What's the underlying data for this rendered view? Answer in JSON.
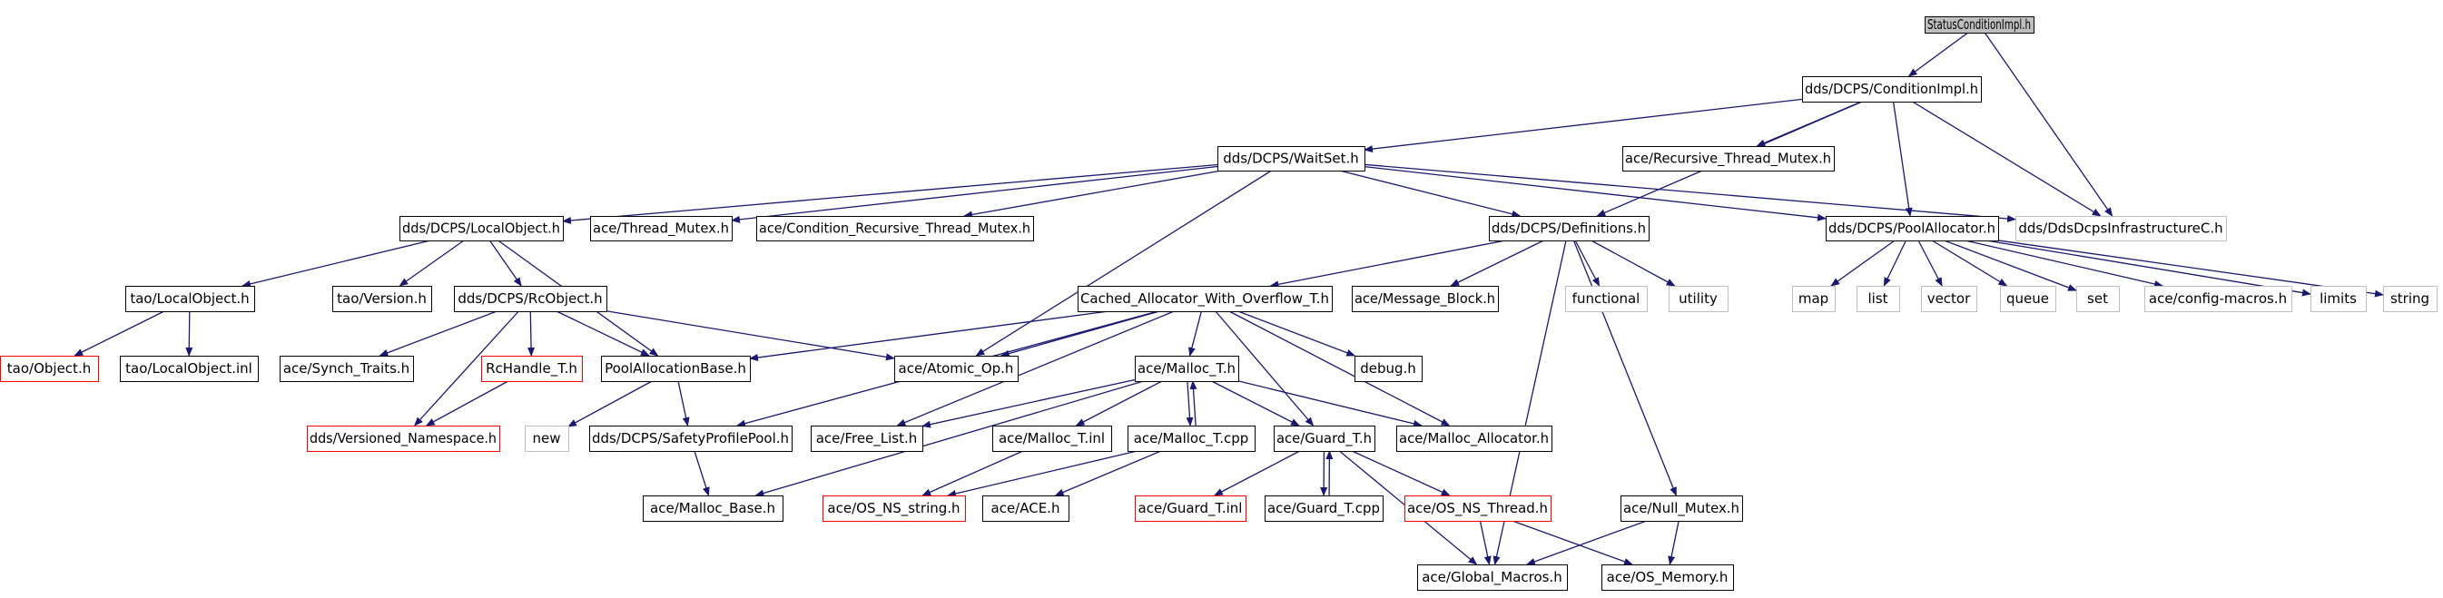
{
  "colors": {
    "edge": "#191970",
    "box_normal": "#000000",
    "box_truncated": "#ff0000",
    "box_external": "#bfbfbf",
    "root_fill": "#bfbfbf",
    "text": "#000000"
  },
  "nodes": [
    {
      "id": "root",
      "label": "StatusConditionImpl.h",
      "style": "root"
    },
    {
      "id": "condimpl",
      "label": "dds/DCPS/ConditionImpl.h",
      "style": "normal"
    },
    {
      "id": "waitset",
      "label": "dds/DCPS/WaitSet.h",
      "style": "normal"
    },
    {
      "id": "recmutex",
      "label": "ace/Recursive_Thread_Mutex.h",
      "style": "normal"
    },
    {
      "id": "infra",
      "label": "dds/DdsDcpsInfrastructureC.h",
      "style": "external"
    },
    {
      "id": "localobj",
      "label": "dds/DCPS/LocalObject.h",
      "style": "normal"
    },
    {
      "id": "threadmutex",
      "label": "ace/Thread_Mutex.h",
      "style": "normal"
    },
    {
      "id": "condrec",
      "label": "ace/Condition_Recursive_Thread_Mutex.h",
      "style": "normal"
    },
    {
      "id": "defs",
      "label": "dds/DCPS/Definitions.h",
      "style": "normal"
    },
    {
      "id": "poolalloc",
      "label": "dds/DCPS/PoolAllocator.h",
      "style": "normal"
    },
    {
      "id": "taolocal",
      "label": "tao/LocalObject.h",
      "style": "normal"
    },
    {
      "id": "taoversion",
      "label": "tao/Version.h",
      "style": "normal"
    },
    {
      "id": "rcobject",
      "label": "dds/DCPS/RcObject.h",
      "style": "normal"
    },
    {
      "id": "cached",
      "label": "Cached_Allocator_With_Overflow_T.h",
      "style": "normal"
    },
    {
      "id": "msgblock",
      "label": "ace/Message_Block.h",
      "style": "normal"
    },
    {
      "id": "functional",
      "label": "functional",
      "style": "external"
    },
    {
      "id": "utility",
      "label": "utility",
      "style": "external"
    },
    {
      "id": "map",
      "label": "map",
      "style": "external"
    },
    {
      "id": "list",
      "label": "list",
      "style": "external"
    },
    {
      "id": "vector",
      "label": "vector",
      "style": "external"
    },
    {
      "id": "queue",
      "label": "queue",
      "style": "external"
    },
    {
      "id": "set",
      "label": "set",
      "style": "external"
    },
    {
      "id": "configmacros",
      "label": "ace/config-macros.h",
      "style": "external"
    },
    {
      "id": "limits",
      "label": "limits",
      "style": "external"
    },
    {
      "id": "string",
      "label": "string",
      "style": "external"
    },
    {
      "id": "taoobject",
      "label": "tao/Object.h",
      "style": "truncated"
    },
    {
      "id": "taolocalinl",
      "label": "tao/LocalObject.inl",
      "style": "normal"
    },
    {
      "id": "synch",
      "label": "ace/Synch_Traits.h",
      "style": "normal"
    },
    {
      "id": "rchandle",
      "label": "RcHandle_T.h",
      "style": "truncated"
    },
    {
      "id": "poolbase",
      "label": "PoolAllocationBase.h",
      "style": "normal"
    },
    {
      "id": "atomic",
      "label": "ace/Atomic_Op.h",
      "style": "normal"
    },
    {
      "id": "malloct",
      "label": "ace/Malloc_T.h",
      "style": "normal"
    },
    {
      "id": "debug",
      "label": "debug.h",
      "style": "normal"
    },
    {
      "id": "versioned",
      "label": "dds/Versioned_Namespace.h",
      "style": "truncated"
    },
    {
      "id": "new",
      "label": "new",
      "style": "external"
    },
    {
      "id": "safety",
      "label": "dds/DCPS/SafetyProfilePool.h",
      "style": "normal"
    },
    {
      "id": "freelist",
      "label": "ace/Free_List.h",
      "style": "normal"
    },
    {
      "id": "mallocinl",
      "label": "ace/Malloc_T.inl",
      "style": "normal"
    },
    {
      "id": "malloccpp",
      "label": "ace/Malloc_T.cpp",
      "style": "normal"
    },
    {
      "id": "guardt",
      "label": "ace/Guard_T.h",
      "style": "normal"
    },
    {
      "id": "mallocalloc",
      "label": "ace/Malloc_Allocator.h",
      "style": "normal"
    },
    {
      "id": "mallocbase",
      "label": "ace/Malloc_Base.h",
      "style": "normal"
    },
    {
      "id": "osnsstring",
      "label": "ace/OS_NS_string.h",
      "style": "truncated"
    },
    {
      "id": "aceh",
      "label": "ace/ACE.h",
      "style": "normal"
    },
    {
      "id": "guardinl",
      "label": "ace/Guard_T.inl",
      "style": "truncated"
    },
    {
      "id": "guardcpp",
      "label": "ace/Guard_T.cpp",
      "style": "normal"
    },
    {
      "id": "osnsthread",
      "label": "ace/OS_NS_Thread.h",
      "style": "truncated"
    },
    {
      "id": "nullmutex",
      "label": "ace/Null_Mutex.h",
      "style": "normal"
    },
    {
      "id": "globalmacros",
      "label": "ace/Global_Macros.h",
      "style": "normal"
    },
    {
      "id": "osmemory",
      "label": "ace/OS_Memory.h",
      "style": "normal"
    }
  ],
  "edges": [
    [
      "root",
      "condimpl"
    ],
    [
      "root",
      "infra"
    ],
    [
      "condimpl",
      "waitset"
    ],
    [
      "condimpl",
      "recmutex"
    ],
    [
      "condimpl",
      "infra"
    ],
    [
      "condimpl",
      "defs"
    ],
    [
      "condimpl",
      "poolalloc"
    ],
    [
      "waitset",
      "localobj"
    ],
    [
      "waitset",
      "threadmutex"
    ],
    [
      "waitset",
      "condrec"
    ],
    [
      "waitset",
      "defs"
    ],
    [
      "waitset",
      "poolalloc"
    ],
    [
      "waitset",
      "infra"
    ],
    [
      "waitset",
      "atomic"
    ],
    [
      "localobj",
      "taolocal"
    ],
    [
      "localobj",
      "taoversion"
    ],
    [
      "localobj",
      "rcobject"
    ],
    [
      "localobj",
      "poolbase"
    ],
    [
      "taolocal",
      "taoobject"
    ],
    [
      "taolocal",
      "taolocalinl"
    ],
    [
      "rcobject",
      "synch"
    ],
    [
      "rcobject",
      "rchandle"
    ],
    [
      "rcobject",
      "poolbase"
    ],
    [
      "rcobject",
      "atomic"
    ],
    [
      "rcobject",
      "versioned"
    ],
    [
      "rchandle",
      "versioned"
    ],
    [
      "defs",
      "cached"
    ],
    [
      "defs",
      "msgblock"
    ],
    [
      "defs",
      "functional"
    ],
    [
      "defs",
      "utility"
    ],
    [
      "defs",
      "globalmacros"
    ],
    [
      "defs",
      "nullmutex"
    ],
    [
      "poolalloc",
      "map"
    ],
    [
      "poolalloc",
      "list"
    ],
    [
      "poolalloc",
      "vector"
    ],
    [
      "poolalloc",
      "queue"
    ],
    [
      "poolalloc",
      "set"
    ],
    [
      "poolalloc",
      "configmacros"
    ],
    [
      "poolalloc",
      "limits"
    ],
    [
      "poolalloc",
      "string"
    ],
    [
      "cached",
      "poolbase"
    ],
    [
      "cached",
      "atomic"
    ],
    [
      "cached",
      "malloct"
    ],
    [
      "cached",
      "debug"
    ],
    [
      "cached",
      "safety"
    ],
    [
      "cached",
      "freelist"
    ],
    [
      "cached",
      "guardt"
    ],
    [
      "cached",
      "mallocalloc"
    ],
    [
      "poolbase",
      "new"
    ],
    [
      "poolbase",
      "safety"
    ],
    [
      "safety",
      "mallocbase"
    ],
    [
      "malloct",
      "freelist"
    ],
    [
      "malloct",
      "mallocinl"
    ],
    [
      "malloct",
      "malloccpp"
    ],
    [
      "malloct",
      "guardt"
    ],
    [
      "malloct",
      "mallocalloc"
    ],
    [
      "malloct",
      "mallocbase"
    ],
    [
      "malloccpp",
      "malloct"
    ],
    [
      "malloccpp",
      "osnsstring"
    ],
    [
      "malloccpp",
      "aceh"
    ],
    [
      "mallocinl",
      "osnsstring"
    ],
    [
      "guardt",
      "guardinl"
    ],
    [
      "guardt",
      "guardcpp"
    ],
    [
      "guardt",
      "osnsthread"
    ],
    [
      "guardt",
      "globalmacros"
    ],
    [
      "guardcpp",
      "guardt"
    ],
    [
      "osnsthread",
      "globalmacros"
    ],
    [
      "osnsthread",
      "osmemory"
    ],
    [
      "nullmutex",
      "globalmacros"
    ],
    [
      "nullmutex",
      "osmemory"
    ]
  ]
}
